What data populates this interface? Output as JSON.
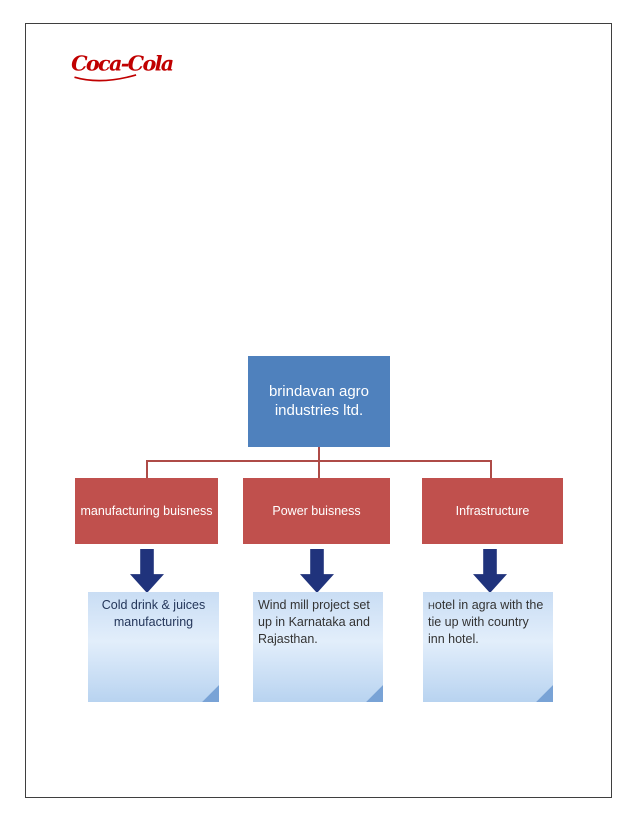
{
  "document": {
    "page_border_color": "#3f3f3f",
    "background": "#ffffff"
  },
  "logo": {
    "text": "Coca-Cola",
    "color": "#c00000"
  },
  "diagram": {
    "root": {
      "label": "brindavan agro industries ltd."
    },
    "colors": {
      "root_bg": "#4f81bd",
      "branch_bg": "#c0504d",
      "connector": "#ae4b47",
      "arrow": "#20337c",
      "note_top": "#c9ddf4",
      "note_bottom": "#b8d3f0",
      "note_fold": "#79a3d6"
    },
    "branches": [
      {
        "label": "manufacturing buisness",
        "note": "Cold drink & juices manufacturing"
      },
      {
        "label": "Power buisness",
        "note": "Wind mill project set up in Karnataka and Rajasthan."
      },
      {
        "label": "Infrastructure",
        "note": "Hotel in agra with the tie up with country inn hotel."
      }
    ]
  }
}
